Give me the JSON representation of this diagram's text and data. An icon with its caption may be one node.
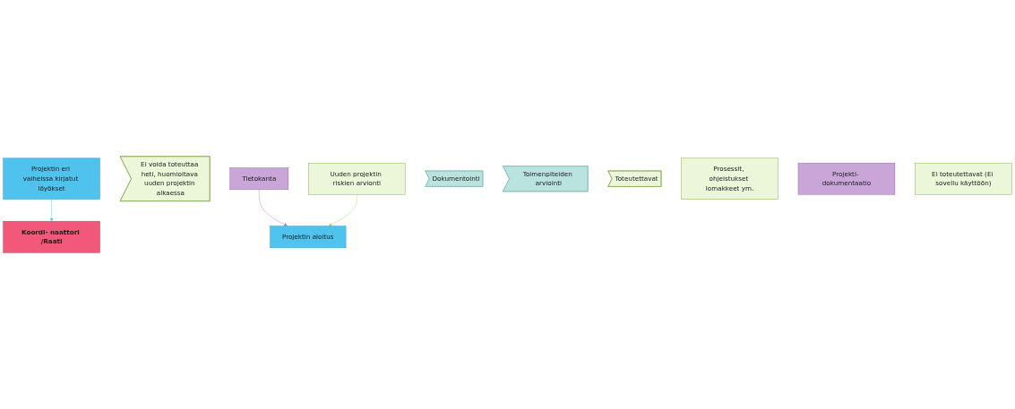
{
  "diagram": {
    "nodes": [
      {
        "text": [
          "Projektin aloitus"
        ]
      },
      {
        "text": [
          "Projektin eri vaiheissa kirjatut löyökset"
        ]
      },
      {
        "text": [
          "Ei voida toteuttaa heti, huomioitava uuden projektin alkaessa"
        ]
      },
      {
        "text": [
          "Uuden projektin riskien arvionti"
        ]
      },
      {
        "text": [
          "Tietokanta"
        ]
      },
      {
        "text": [
          "Dokumentointi"
        ]
      },
      {
        "text": [
          "Koordi- naattori /Raati"
        ]
      },
      {
        "text": [
          "Toimenpiteiden arviointi"
        ]
      },
      {
        "text": [
          "Toteutettavat"
        ]
      },
      {
        "text": [
          "Prosessit, ohjeistukset lomakkeet ym."
        ]
      },
      {
        "text": [
          "Projekti- dokumentaatio"
        ]
      },
      {
        "text": [
          "Ei toteutettavat (Ei sovellu käyttöön)"
        ]
      }
    ],
    "edges": [
      {
        "from": 4,
        "to": 0,
        "arrow": "to",
        "color": "#b07cc6"
      },
      {
        "from": 3,
        "to": 0,
        "arrow": "to",
        "color": "#9ed85a"
      },
      {
        "from": 1,
        "to": 6,
        "arrow": "to",
        "color": "#4fc3ee"
      }
    ]
  }
}
